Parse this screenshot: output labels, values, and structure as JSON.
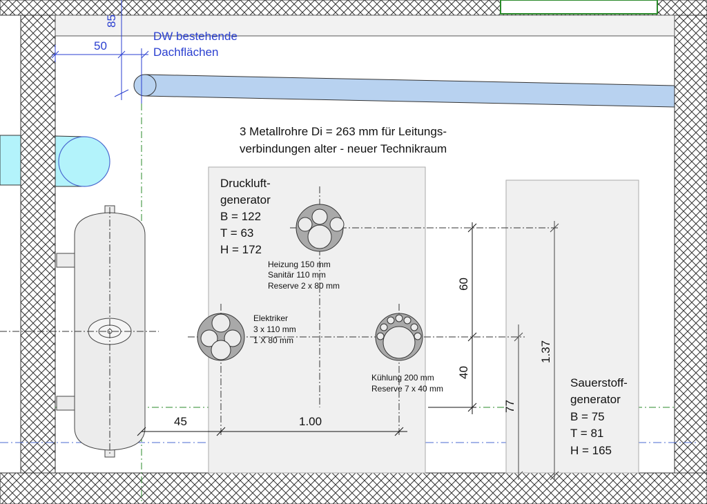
{
  "drawing": {
    "note_existing": [
      "DW bestehende",
      "Dachflächen"
    ],
    "title_lines": [
      "3 Metallrohre Di = 263 mm für Leitungs-",
      "verbindungen alter - neuer Technikraum"
    ],
    "compressor": {
      "lines": [
        "Druckluft-",
        "generator",
        "B = 122",
        "T = 63",
        "H = 172"
      ]
    },
    "oxygen": {
      "lines": [
        "Sauerstoff-",
        "generator",
        "B = 75",
        "T = 81",
        "H = 165"
      ]
    },
    "pipe_heating": {
      "lines": [
        "Heizung 150 mm",
        "Sanitär 110 mm",
        "Reserve 2 x 80 mm"
      ]
    },
    "pipe_electric": {
      "lines": [
        "Elektriker",
        "3 x 110 mm",
        "1 X 80 mm"
      ]
    },
    "pipe_cooling": {
      "lines": [
        "Kühlung 200 mm",
        "Reserve 7 x 40 mm"
      ]
    },
    "dimensions": {
      "d85": "85",
      "d50": "50",
      "d45": "45",
      "d100": "1.00",
      "d60": "60",
      "d40": "40",
      "d77": "77",
      "d137": "1.37"
    }
  },
  "colors": {
    "hatch": "#333333",
    "pipe_blue": "#b8d2f0",
    "pipe_cyan": "#b3f3fb",
    "dim_blue": "#2a3fd0",
    "equipment_fill": "#f0f0f0",
    "guide_green": "#2a8a2a"
  }
}
